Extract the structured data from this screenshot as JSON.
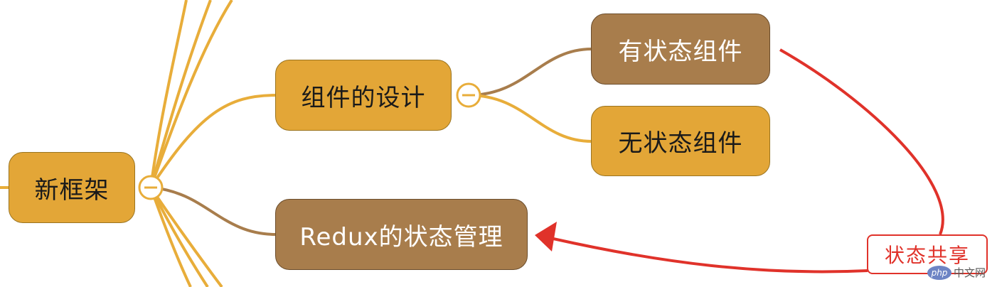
{
  "mindmap": {
    "root": {
      "label": "新框架"
    },
    "nodes": {
      "design": {
        "label": "组件的设计"
      },
      "stateful": {
        "label": "有状态组件"
      },
      "stateless": {
        "label": "无状态组件"
      },
      "redux": {
        "label": "Redux的状态管理"
      }
    },
    "annotation": {
      "label": "状态共享"
    }
  },
  "watermark": {
    "logo": "php",
    "text": "中文网"
  },
  "colors": {
    "node_yellow": "#E3A637",
    "node_brown": "#A87D4C",
    "branch_yellow": "#E8AD3A",
    "branch_brown": "#A87D4C",
    "annotation_red": "#E0322A"
  },
  "icons": [
    "collapse-icon",
    "collapse-icon",
    "arrowhead-icon",
    "php-logo-icon"
  ]
}
